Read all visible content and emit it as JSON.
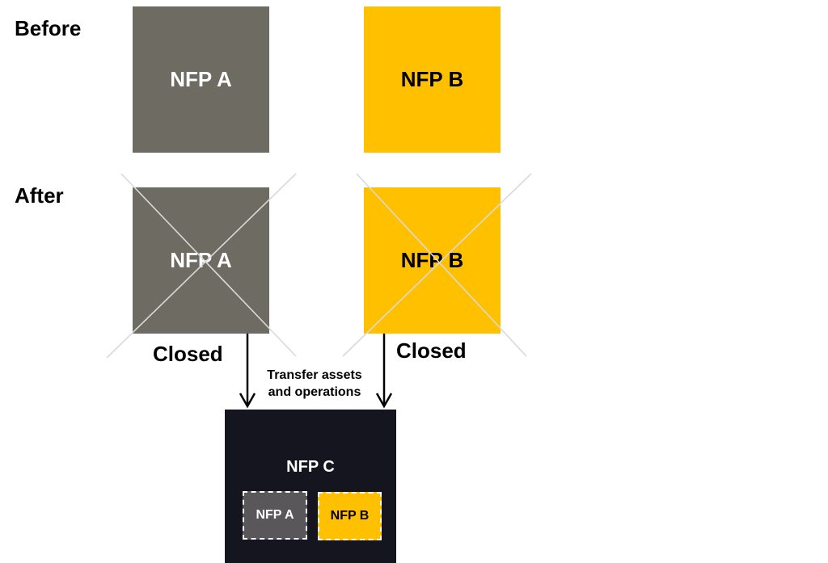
{
  "labels": {
    "before": "Before",
    "after": "After",
    "closed_a": "Closed",
    "closed_b": "Closed",
    "transfer_line1": "Transfer assets",
    "transfer_line2": "and operations"
  },
  "before": {
    "a": "NFP A",
    "b": "NFP B"
  },
  "after": {
    "a": "NFP A",
    "b": "NFP B"
  },
  "result": {
    "title": "NFP C",
    "inner_a": "NFP A",
    "inner_b": "NFP B"
  },
  "colors": {
    "nfp_a": "#6e6c62",
    "nfp_b": "#ffc000",
    "nfp_c": "#15151f",
    "cross": "#d9d9d9"
  }
}
